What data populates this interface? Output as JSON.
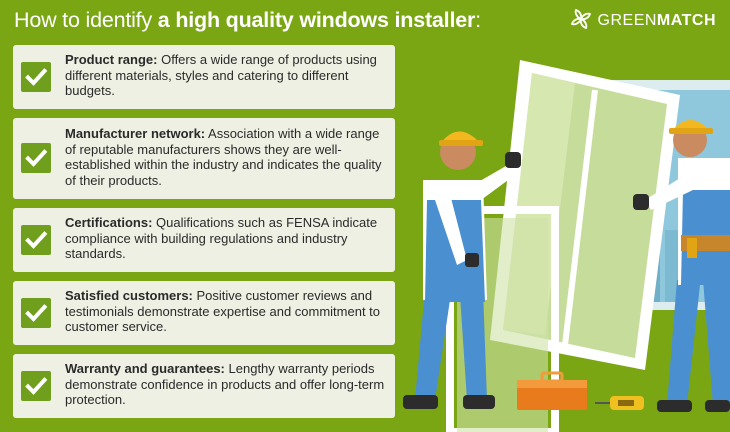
{
  "header": {
    "title_lead": "How to identify ",
    "title_bold": "a high quality windows installer",
    "title_colon": ":"
  },
  "brand": {
    "logo_green": "GREEN",
    "logo_match": "MATCH"
  },
  "colors": {
    "background": "#7aa614",
    "card": "#eef0e3",
    "check": "#6f9f1c"
  },
  "items": [
    {
      "title": "Product range:",
      "text": " Offers a wide range of products using different materials, styles and catering to different budgets."
    },
    {
      "title": "Manufacturer network:",
      "text": " Association with a wide range of reputable manufacturers shows they are well-established within the industry and indicates the quality of their products."
    },
    {
      "title": "Certifications:",
      "text": " Qualifications such as FENSA indicate compliance with building regulations and industry standards."
    },
    {
      "title": "Satisfied customers:",
      "text": " Positive customer reviews and testimonials demonstrate expertise and commitment to customer service."
    },
    {
      "title": "Warranty and guarantees:",
      "text": " Lengthy warranty periods demonstrate confidence in products and offer long-term protection."
    }
  ]
}
